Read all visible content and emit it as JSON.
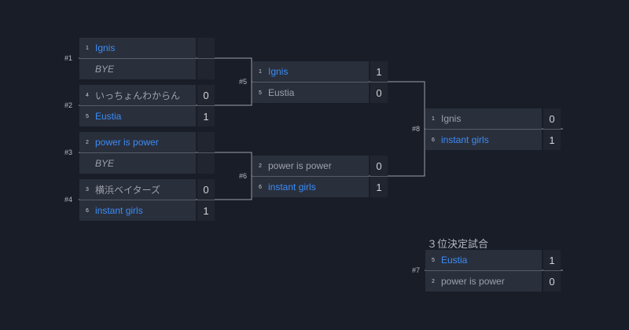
{
  "third_place_heading": "３位決定試合",
  "matches": [
    {
      "label": "#1",
      "slots": [
        {
          "seed": "1",
          "name": "Ignis",
          "score": "",
          "state": "win"
        },
        {
          "seed": "",
          "name": "BYE",
          "score": "",
          "state": "bye"
        }
      ]
    },
    {
      "label": "#2",
      "slots": [
        {
          "seed": "4",
          "name": "いっちょんわからん",
          "score": "0",
          "state": "lose"
        },
        {
          "seed": "5",
          "name": "Eustia",
          "score": "1",
          "state": "win"
        }
      ]
    },
    {
      "label": "#3",
      "slots": [
        {
          "seed": "2",
          "name": "power is power",
          "score": "",
          "state": "win"
        },
        {
          "seed": "",
          "name": "BYE",
          "score": "",
          "state": "bye"
        }
      ]
    },
    {
      "label": "#4",
      "slots": [
        {
          "seed": "3",
          "name": "横浜ベイターズ",
          "score": "0",
          "state": "lose"
        },
        {
          "seed": "6",
          "name": "instant girls",
          "score": "1",
          "state": "win"
        }
      ]
    },
    {
      "label": "#5",
      "slots": [
        {
          "seed": "1",
          "name": "Ignis",
          "score": "1",
          "state": "win"
        },
        {
          "seed": "5",
          "name": "Eustia",
          "score": "0",
          "state": "lose"
        }
      ]
    },
    {
      "label": "#6",
      "slots": [
        {
          "seed": "2",
          "name": "power is power",
          "score": "0",
          "state": "lose"
        },
        {
          "seed": "6",
          "name": "instant girls",
          "score": "1",
          "state": "win"
        }
      ]
    },
    {
      "label": "#8",
      "slots": [
        {
          "seed": "1",
          "name": "Ignis",
          "score": "0",
          "state": "lose"
        },
        {
          "seed": "6",
          "name": "instant girls",
          "score": "1",
          "state": "win"
        }
      ]
    },
    {
      "label": "#7",
      "slots": [
        {
          "seed": "5",
          "name": "Eustia",
          "score": "1",
          "state": "win"
        },
        {
          "seed": "2",
          "name": "power is power",
          "score": "0",
          "state": "lose"
        }
      ]
    }
  ]
}
